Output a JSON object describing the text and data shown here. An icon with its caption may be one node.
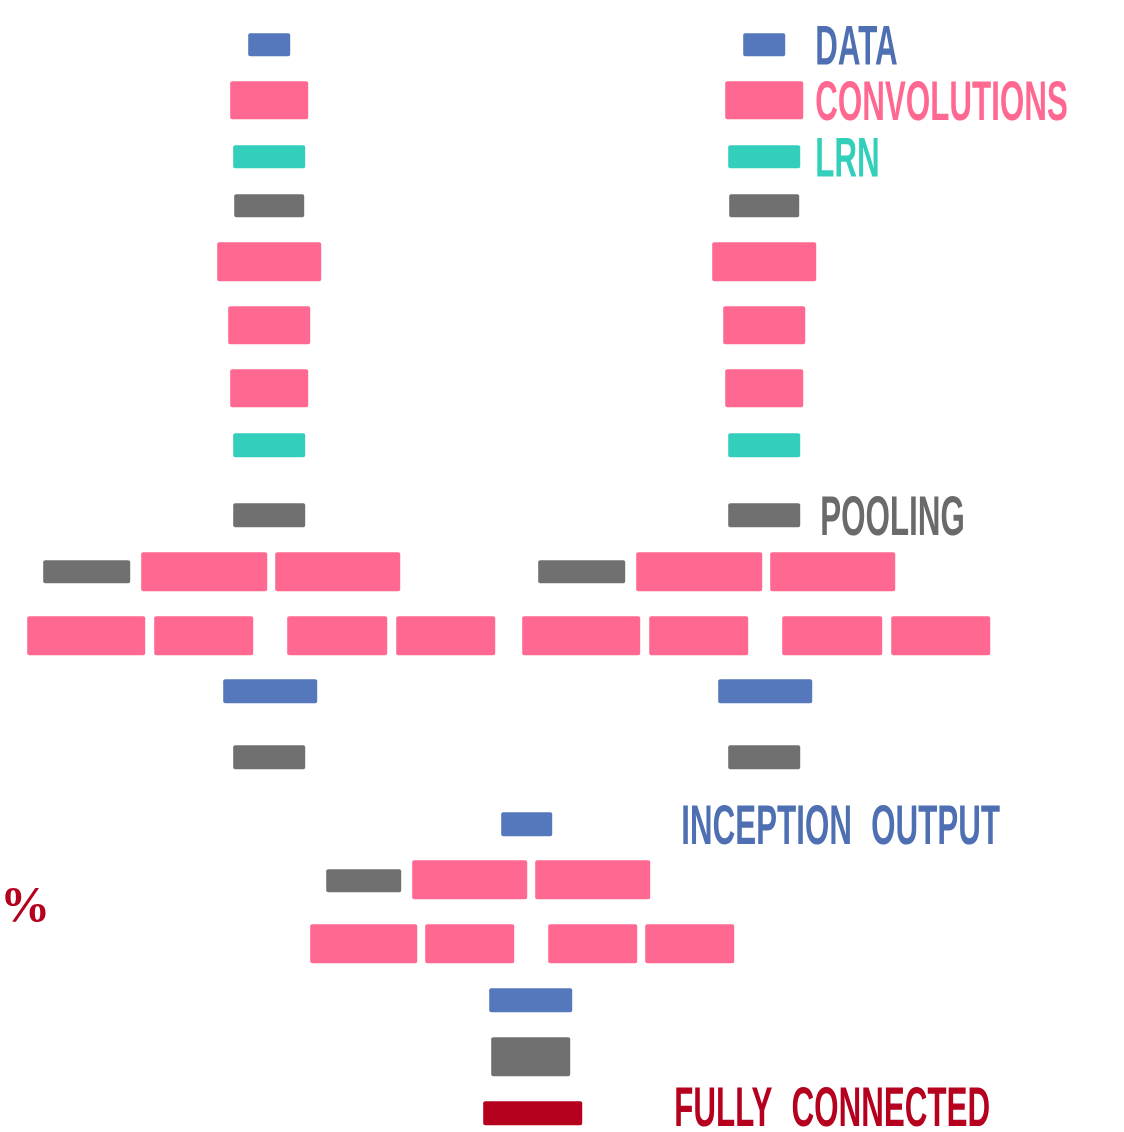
{
  "diagram": {
    "nodes": [
      {
        "text": [],
        "shape": "bar"
      },
      {
        "text": [],
        "shape": "bar"
      },
      {
        "text": [],
        "shape": "bar"
      },
      {
        "text": [],
        "shape": "bar"
      },
      {
        "text": [],
        "shape": "bar"
      },
      {
        "text": [],
        "shape": "bar"
      },
      {
        "text": [],
        "shape": "bar"
      },
      {
        "text": [],
        "shape": "bar"
      },
      {
        "text": [],
        "shape": "bar"
      },
      {
        "text": [],
        "shape": "bar"
      },
      {
        "text": [],
        "shape": "bar"
      },
      {
        "text": [],
        "shape": "bar"
      },
      {
        "text": [],
        "shape": "bar"
      },
      {
        "text": [],
        "shape": "bar"
      },
      {
        "text": [],
        "shape": "bar"
      },
      {
        "text": [],
        "shape": "bar"
      },
      {
        "text": [],
        "shape": "bar"
      },
      {
        "text": [],
        "shape": "bar"
      },
      {
        "text": [],
        "shape": "bar",
        "beside": [
          "DATA"
        ]
      },
      {
        "text": [],
        "shape": "bar",
        "beside": [
          "CONVOLUTIONS"
        ]
      },
      {
        "text": [],
        "shape": "bar",
        "beside": [
          "LRN"
        ]
      },
      {
        "text": [],
        "shape": "bar"
      },
      {
        "text": [],
        "shape": "bar"
      },
      {
        "text": [],
        "shape": "bar"
      },
      {
        "text": [],
        "shape": "bar"
      },
      {
        "text": [],
        "shape": "bar"
      },
      {
        "text": [],
        "shape": "bar",
        "beside": [
          "POOLING"
        ]
      },
      {
        "text": [],
        "shape": "bar"
      },
      {
        "text": [],
        "shape": "bar"
      },
      {
        "text": [],
        "shape": "bar"
      },
      {
        "text": [],
        "shape": "bar"
      },
      {
        "text": [],
        "shape": "bar"
      },
      {
        "text": [],
        "shape": "bar"
      },
      {
        "text": [],
        "shape": "bar"
      },
      {
        "text": [],
        "shape": "bar"
      },
      {
        "text": [],
        "shape": "bar"
      },
      {
        "text": [],
        "shape": "bar"
      },
      {
        "text": [],
        "shape": "bar"
      },
      {
        "text": [],
        "shape": "bar"
      },
      {
        "text": [],
        "shape": "bar"
      },
      {
        "text": [],
        "shape": "bar"
      },
      {
        "text": [],
        "shape": "bar"
      },
      {
        "text": [],
        "shape": "bar"
      },
      {
        "text": [],
        "shape": "bar"
      },
      {
        "text": [],
        "shape": "bar"
      },
      {
        "text": [],
        "shape": "bar"
      },
      {
        "text": [],
        "shape": "bar",
        "beside": [
          "FULLY CONNECTED"
        ]
      }
    ],
    "labels": [
      "INCEPTION OUTPUT",
      "%"
    ]
  }
}
